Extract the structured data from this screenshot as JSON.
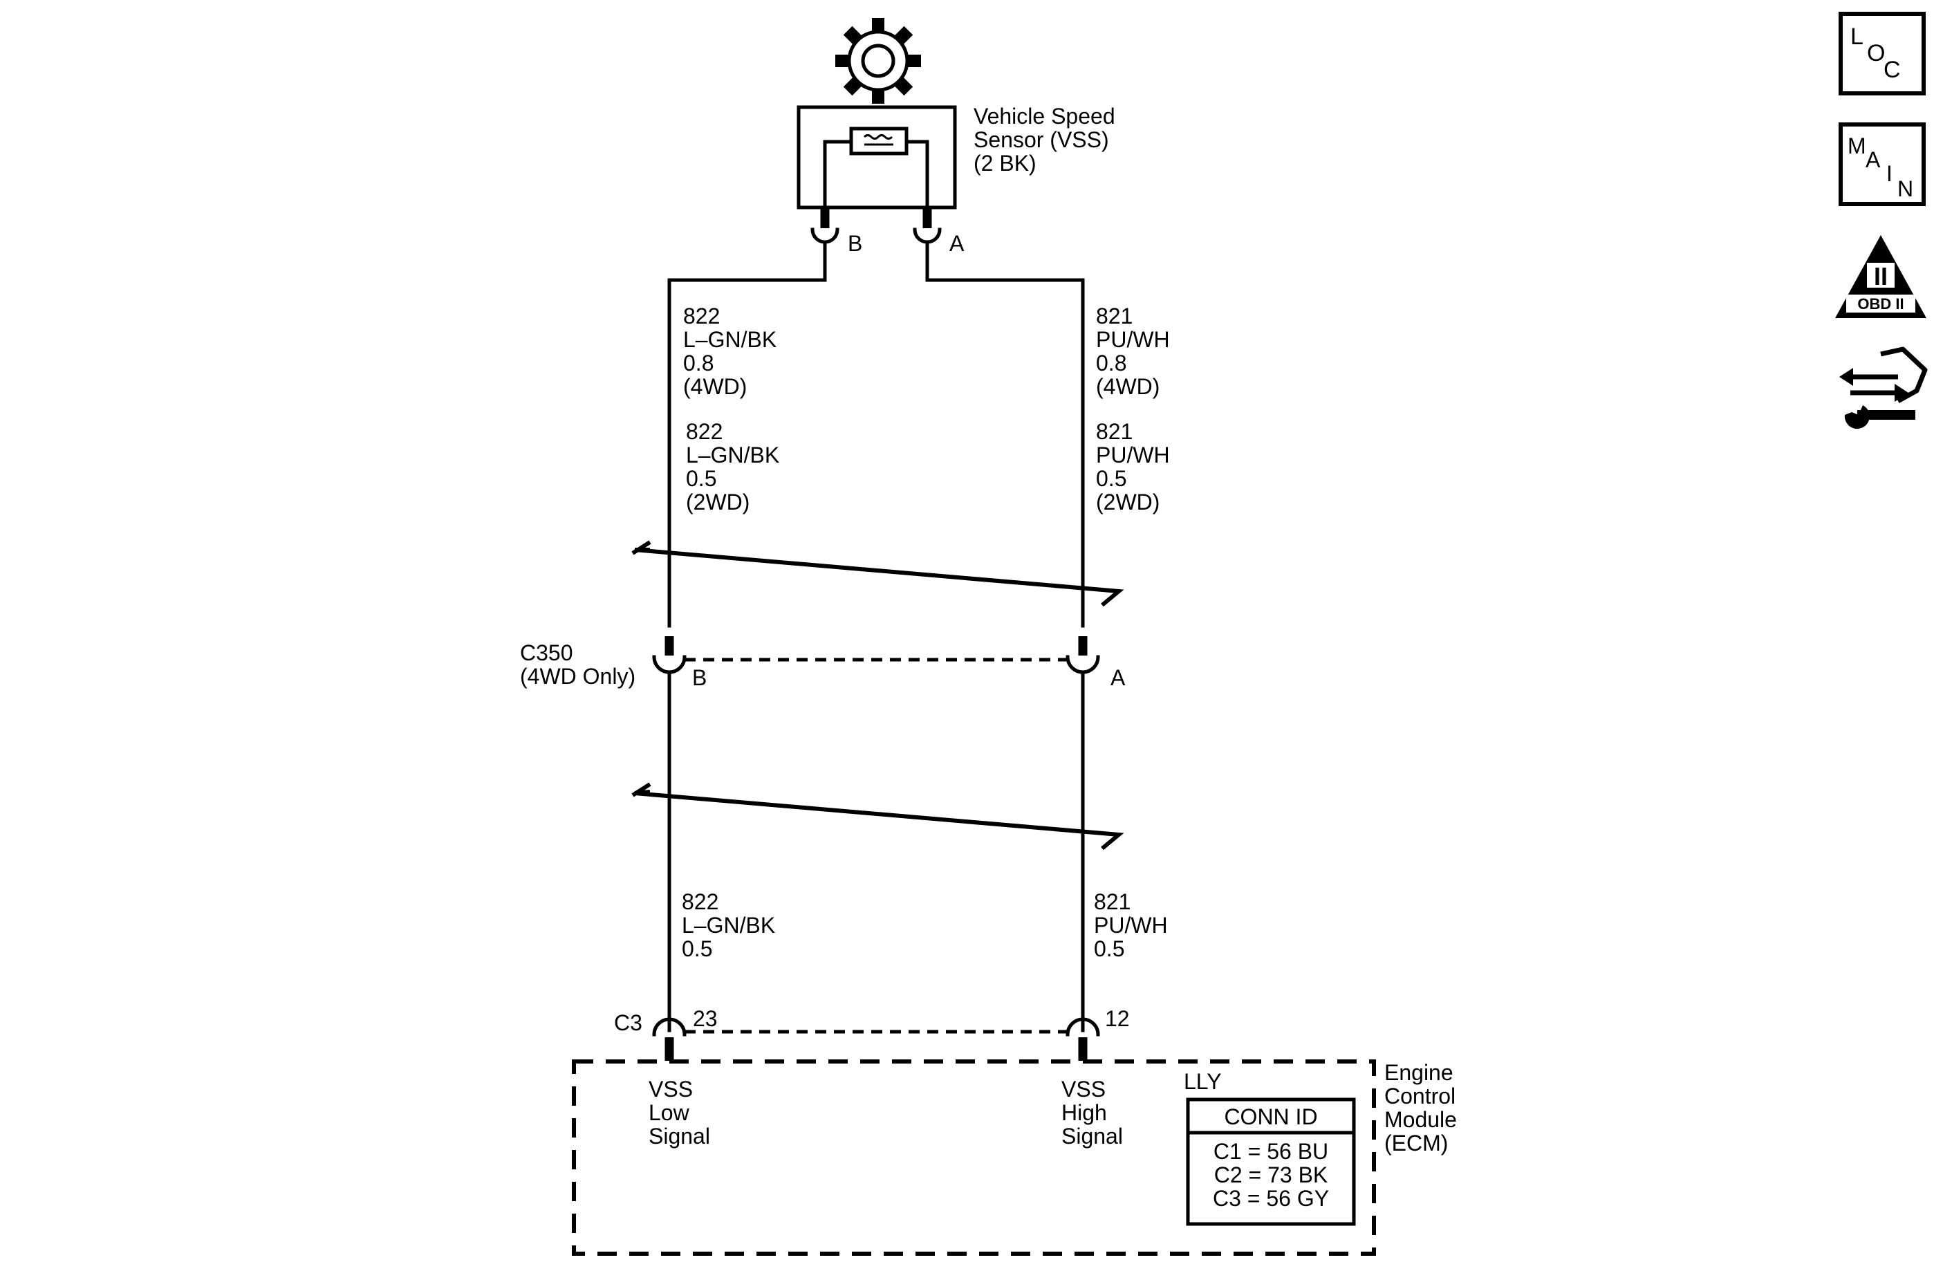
{
  "sensor": {
    "name_lines": [
      "Vehicle Speed",
      "Sensor (VSS)",
      "(2 BK)"
    ],
    "pin_b": "B",
    "pin_a": "A"
  },
  "wires_upper": {
    "left_4wd": [
      "822",
      "L–GN/BK",
      "0.8",
      "(4WD)"
    ],
    "left_2wd": [
      "822",
      "L–GN/BK",
      "0.5",
      "(2WD)"
    ],
    "right_4wd": [
      "821",
      "PU/WH",
      "0.8",
      "(4WD)"
    ],
    "right_2wd": [
      "821",
      "PU/WH",
      "0.5",
      "(2WD)"
    ]
  },
  "connector_c350": {
    "name_lines": [
      "C350",
      "(4WD Only)"
    ],
    "pin_b": "B",
    "pin_a": "A"
  },
  "wires_lower": {
    "left": [
      "822",
      "L–GN/BK",
      "0.5"
    ],
    "right": [
      "821",
      "PU/WH",
      "0.5"
    ]
  },
  "ecm": {
    "connector": "C3",
    "pin_left": "23",
    "pin_right": "12",
    "low_signal_lines": [
      "VSS",
      "Low",
      "Signal"
    ],
    "high_signal_lines": [
      "VSS",
      "High",
      "Signal"
    ],
    "variant": "LLY",
    "conn_id": {
      "title": "CONN ID",
      "rows": [
        "C1 = 56 BU",
        "C2 = 73 BK",
        "C3 = 56 GY"
      ]
    },
    "name_lines": [
      "Engine",
      "Control",
      "Module",
      "(ECM)"
    ]
  },
  "side_icons": {
    "loc": [
      "L",
      "O",
      "C"
    ],
    "main": [
      "M",
      "A",
      "I",
      "N"
    ],
    "obd": {
      "roman": "II",
      "label": "OBD II"
    },
    "service_icon": "connector-wrench-icon"
  }
}
